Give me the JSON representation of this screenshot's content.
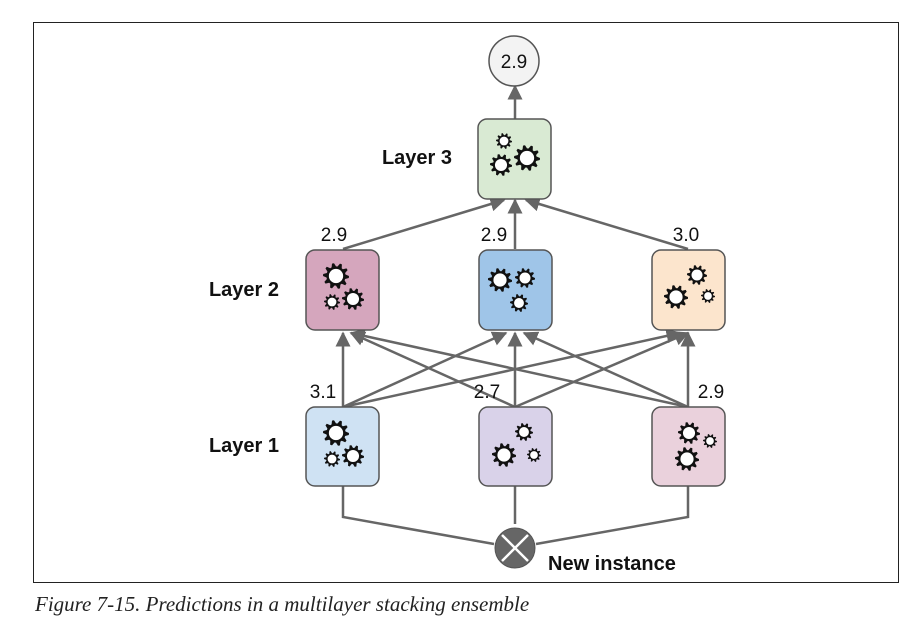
{
  "output": {
    "value": "2.9"
  },
  "layers": {
    "layer3": {
      "label": "Layer 3",
      "color": "#d9ead3"
    },
    "layer2": {
      "label": "Layer 2",
      "predictions": [
        "2.9",
        "2.9",
        "3.0"
      ],
      "colors": [
        "#d5a6bd",
        "#9fc5e8",
        "#fce5cd"
      ]
    },
    "layer1": {
      "label": "Layer 1",
      "predictions": [
        "3.1",
        "2.7",
        "2.9"
      ],
      "colors": [
        "#cfe2f3",
        "#d9d2e9",
        "#ead1dc"
      ]
    }
  },
  "input": {
    "label": "New instance"
  },
  "caption": "Figure 7-15. Predictions in a multilayer stacking ensemble",
  "icons": {
    "model": "gears-icon",
    "input": "cross-circle-icon"
  },
  "colors": {
    "arrow": "#666666",
    "box_border": "#555555"
  }
}
